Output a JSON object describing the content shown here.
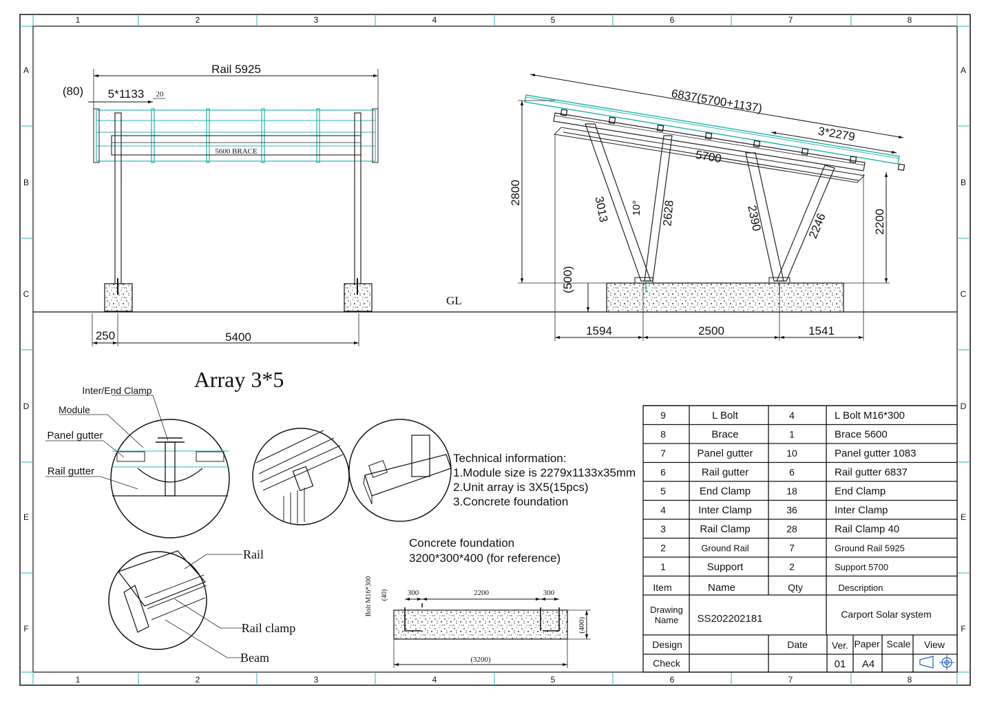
{
  "grid": {
    "cols": [
      "1",
      "2",
      "3",
      "4",
      "5",
      "6",
      "7",
      "8"
    ],
    "rows": [
      "A",
      "B",
      "C",
      "D",
      "E",
      "F"
    ]
  },
  "front_view": {
    "rail_label": "Rail  5925",
    "offset_label": "(80)",
    "spacing_label": "5*1133",
    "gap_label": "20",
    "brace_label": "5600 BRACE",
    "edge_label": "250",
    "span_label": "5400",
    "ground_label": "GL"
  },
  "side_view": {
    "total_label": "6837(5700+1137)",
    "module_label": "3*2279",
    "rail_span_label": "5700",
    "height_high": "2800",
    "height_low": "2200",
    "foundation_height": "(500)",
    "member_a": "3013",
    "angle": "10°",
    "member_b": "2628",
    "member_c": "2390",
    "member_d": "2246",
    "span_left": "1594",
    "span_mid": "2500",
    "span_right": "1541"
  },
  "array_title": "Array 3*5",
  "detail": {
    "inter_end_clamp": "Inter/End Clamp",
    "module": "Module",
    "panel_gutter": "Panel gutter",
    "rail_gutter": "Rail gutter",
    "rail": "Rail",
    "rail_clamp": "Rail clamp",
    "beam": "Beam"
  },
  "technical": {
    "heading": "Technical information:",
    "lines": [
      "1.Module size is 2279x1133x35mm",
      "2.Unit array is 3X5(15pcs)",
      "3.Concrete  foundation"
    ]
  },
  "foundation": {
    "title": "Concrete foundation",
    "size": "3200*300*400 (for reference)",
    "bolt": "Bolt M16*300",
    "embed": "(40)",
    "edge_left": "300",
    "middle": "2200",
    "edge_right": "300",
    "height": "(400)",
    "length": "(3200)"
  },
  "bom": {
    "rows": [
      {
        "item": "9",
        "name": "L  Bolt",
        "qty": "4",
        "desc": "L  Bolt M16*300"
      },
      {
        "item": "8",
        "name": "Brace",
        "qty": "1",
        "desc": "Brace 5600"
      },
      {
        "item": "7",
        "name": "Panel gutter",
        "qty": "10",
        "desc": "Panel gutter 1083"
      },
      {
        "item": "6",
        "name": "Rail gutter",
        "qty": "6",
        "desc": "Rail gutter 6837"
      },
      {
        "item": "5",
        "name": "End Clamp",
        "qty": "18",
        "desc": "End Clamp"
      },
      {
        "item": "4",
        "name": "Inter Clamp",
        "qty": "36",
        "desc": "Inter Clamp"
      },
      {
        "item": "3",
        "name": "Rail Clamp",
        "qty": "28",
        "desc": "Rail Clamp 40"
      },
      {
        "item": "2",
        "name": "Ground Rail",
        "qty": "7",
        "desc": "Ground Rail 5925"
      },
      {
        "item": "1",
        "name": "Support",
        "qty": "2",
        "desc": "Support  5700"
      }
    ],
    "header": {
      "item": "Item",
      "name": "Name",
      "qty": "Qty",
      "desc": "Description"
    },
    "drawing_name_label": "Drawing\nName",
    "drawing_name_l1": "Drawing",
    "drawing_name_l2": "Name",
    "drawing_number": "SS202202181",
    "title": "Carport Solar system",
    "design_label": "Design",
    "date_label": "Date",
    "ver_label": "Ver.",
    "paper_label": "Paper",
    "scale_label": "Scale",
    "view_label": "View",
    "check_label": "Check",
    "ver": "01",
    "paper": "A4"
  }
}
